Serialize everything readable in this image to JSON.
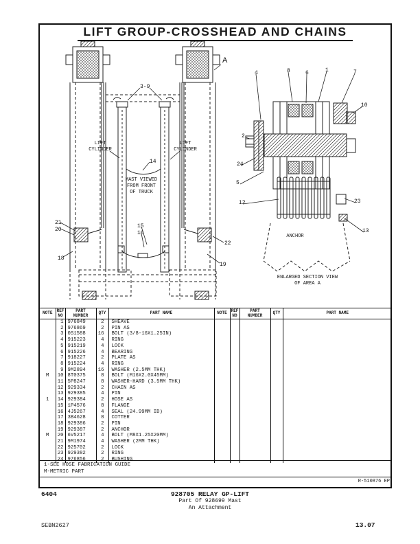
{
  "page": {
    "title": "LIFT GROUP-CROSSHEAD AND CHAINS"
  },
  "diagram": {
    "area_marker": "A",
    "lift_cylinder_left": "LIFT\nCYLINDER",
    "lift_cylinder_right": "LIFT\nCYLINDER",
    "mast_caption": "MAST VIEWED\nFROM FRONT\nOF TRUCK",
    "anchor_label": "ANCHOR",
    "enlarged_caption": "ENLARGED SECTION VIEW\nOF AREA A",
    "callouts": {
      "c3_9": "3-9",
      "c14": "14",
      "c15": "15",
      "c16": "16",
      "c18": "18",
      "c19": "19",
      "c20": "20",
      "c21": "21",
      "c22": "22",
      "c1": "1",
      "c2": "2",
      "c4": "4",
      "c5": "5",
      "c6": "6",
      "c7": "7",
      "c8": "8",
      "c10": "10",
      "c12": "12",
      "c13": "13",
      "c23": "23",
      "c24": "24"
    }
  },
  "table": {
    "headers": [
      "NOTE",
      "REF\nNO",
      "PART\nNUMBER",
      "QTY",
      "PART NAME",
      "NOTE",
      "REF\nNO",
      "PART\nNUMBER",
      "QTY",
      "PART NAME"
    ],
    "rows": [
      [
        "",
        "1",
        "976849",
        "2",
        "SHEAVE"
      ],
      [
        "",
        "2",
        "976869",
        "2",
        "PIN AS"
      ],
      [
        "",
        "3",
        "0S1588",
        "16",
        "BOLT (3/8-16X1.25IN)"
      ],
      [
        "",
        "4",
        "915223",
        "4",
        "RING"
      ],
      [
        "",
        "5",
        "915219",
        "4",
        "LOCK"
      ],
      [
        "",
        "6",
        "915226",
        "4",
        "BEARING"
      ],
      [
        "",
        "7",
        "918227",
        "2",
        "PLATE AS"
      ],
      [
        "",
        "8",
        "915224",
        "4",
        "RING"
      ],
      [
        "",
        "9",
        "9M2894",
        "16",
        "WASHER (2.5MM THK)"
      ],
      [
        "M",
        "10",
        "8T0375",
        "8",
        "BOLT (M16X2.0X45MM)"
      ],
      [
        "",
        "11",
        "5P8247",
        "8",
        "WASHER-HARD (3.5MM THK)"
      ],
      [
        "",
        "12",
        "929334",
        "2",
        "CHAIN AS"
      ],
      [
        "",
        "13",
        "929385",
        "4",
        "PIN"
      ],
      [
        "1",
        "14",
        "929384",
        "2",
        "HOSE AS"
      ],
      [
        "",
        "15",
        "1P4576",
        "8",
        "FLANGE"
      ],
      [
        "",
        "16",
        "4J5267",
        "4",
        "SEAL (24.99MM ID)"
      ],
      [
        "",
        "17",
        "3B4628",
        "8",
        "COTTER"
      ],
      [
        "",
        "18",
        "929386",
        "2",
        "PIN"
      ],
      [
        "",
        "19",
        "929387",
        "2",
        "ANCHOR"
      ],
      [
        "M",
        "20",
        "6V5217",
        "4",
        "BOLT (M8X1.25X20MM)"
      ],
      [
        "",
        "21",
        "9M1974",
        "4",
        "WASHER (2MM THK)"
      ],
      [
        "",
        "22",
        "925702",
        "2",
        "LOCK"
      ],
      [
        "",
        "23",
        "929382",
        "2",
        "RING"
      ],
      [
        "",
        "24",
        "976856",
        "2",
        "BUSHING"
      ]
    ],
    "footnotes": [
      "1-SEE HOSE FABRICATION GUIDE",
      "M-METRIC PART"
    ]
  },
  "footer": {
    "ref_code": "R-510876 EP",
    "form_left": "6404",
    "title": "928705 RELAY GP-LIFT",
    "subtitle1": "Part Of 928699 Mast",
    "subtitle2": "An Attachment",
    "doc_code": "SEBN2627",
    "page_num": "13.07"
  }
}
